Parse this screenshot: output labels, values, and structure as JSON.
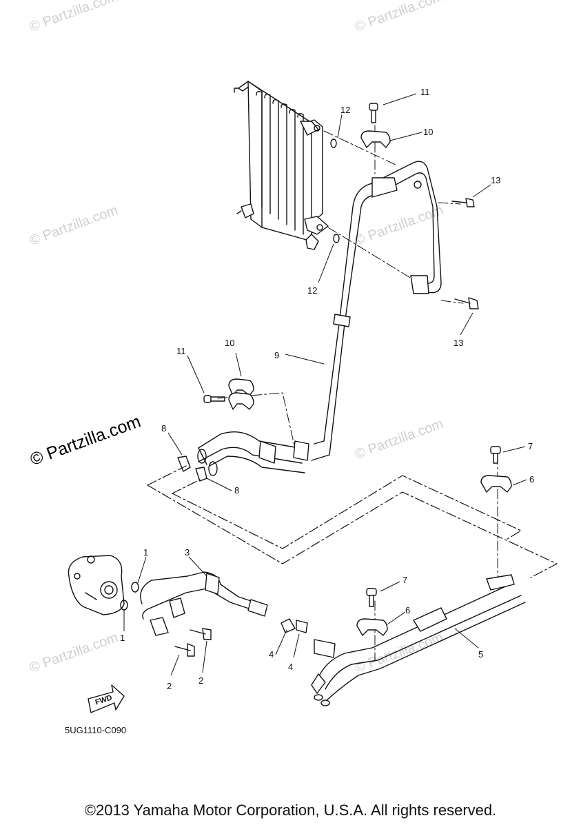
{
  "watermark": "© Partzilla.com",
  "diagram_code": "5UG1110-C090",
  "copyright": "©2013 Yamaha Motor Corporation, U.S.A. All rights reserved.",
  "fwd_label": "FWD",
  "callouts": [
    "1",
    "1",
    "2",
    "2",
    "3",
    "4",
    "4",
    "5",
    "6",
    "6",
    "7",
    "7",
    "8",
    "8",
    "9",
    "10",
    "10",
    "11",
    "11",
    "12",
    "12",
    "13",
    "13"
  ]
}
